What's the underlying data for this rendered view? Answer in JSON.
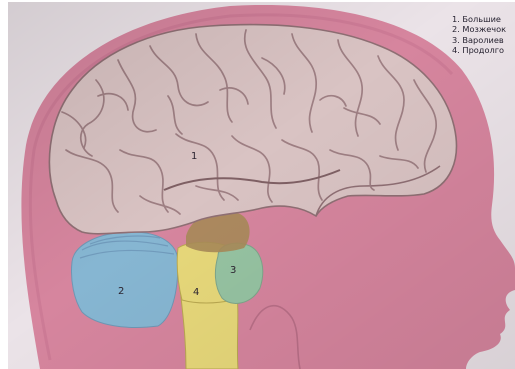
{
  "diagram": {
    "legend": [
      {
        "number": "1.",
        "text": "Большие"
      },
      {
        "number": "2.",
        "text": "Мозжечок"
      },
      {
        "number": "3.",
        "text": "Варолиев"
      },
      {
        "number": "4.",
        "text": "Продолго"
      }
    ],
    "region_labels": {
      "cerebrum": "1",
      "cerebellum": "2",
      "pons": "3",
      "medulla": "4"
    },
    "colors": {
      "page_background": "#ffffff",
      "photo_tint": "#e9e0e6",
      "head_silhouette": "#d6859e",
      "brain": "#d9c3c3",
      "brain_outline": "#8f6f74",
      "cerebellum": "#86b6d2",
      "pons": "#96c3a2",
      "medulla": "#e7d87a",
      "midbrain": "#a78a58",
      "label_text": "#2b2430"
    }
  }
}
